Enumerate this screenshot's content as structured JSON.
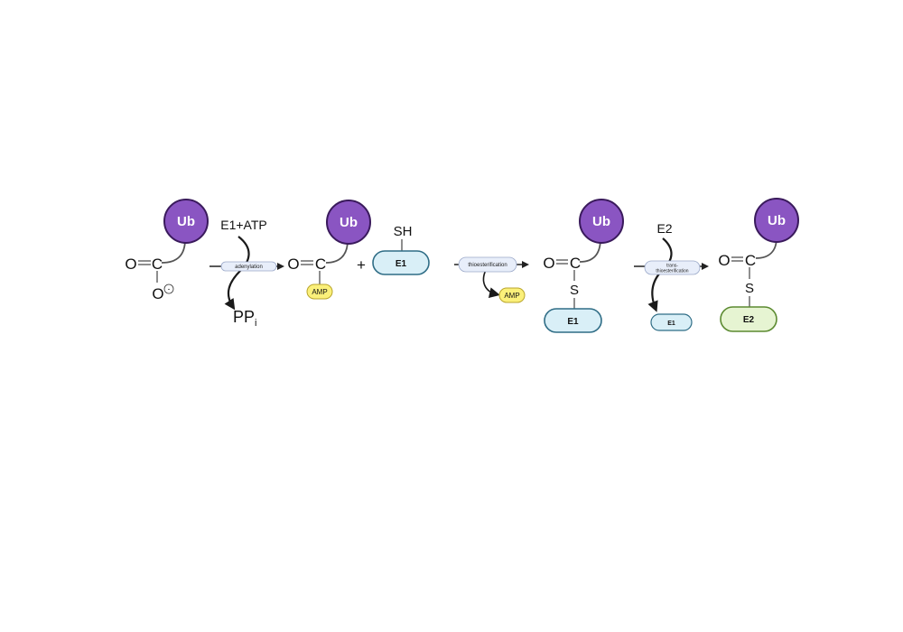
{
  "ub_label": "Ub",
  "atoms": {
    "oxygen": "O",
    "carbon": "C",
    "sulfur": "S",
    "minus": "-"
  },
  "stage1": {
    "reagent": "E1+ATP",
    "step_label": "adenylation",
    "byproduct": "PP",
    "byproduct_subscript": "i"
  },
  "stage2": {
    "plus": "+",
    "amp_label": "AMP",
    "e1_label": "E1",
    "thiol": "SH"
  },
  "stage3": {
    "step_label": "thioesterification",
    "amp_label": "AMP",
    "e1_label": "E1"
  },
  "stage4": {
    "reagent": "E2",
    "step_label_line1": "trans-",
    "step_label_line2": "thioesterification",
    "e1_label": "E1"
  },
  "stage5": {
    "e2_label": "E2"
  },
  "colors": {
    "ub_fill": "#8a55c2",
    "ub_stroke": "#3a1a5c",
    "amp_fill": "#fbf07a",
    "amp_stroke": "#b9a52c",
    "e1_fill": "#d9eff7",
    "e1_stroke": "#2f6d86",
    "e2_fill": "#e6f4d2",
    "e2_stroke": "#5b8a30",
    "step_fill": "#e8eefa",
    "step_stroke": "#9aa8c8"
  }
}
